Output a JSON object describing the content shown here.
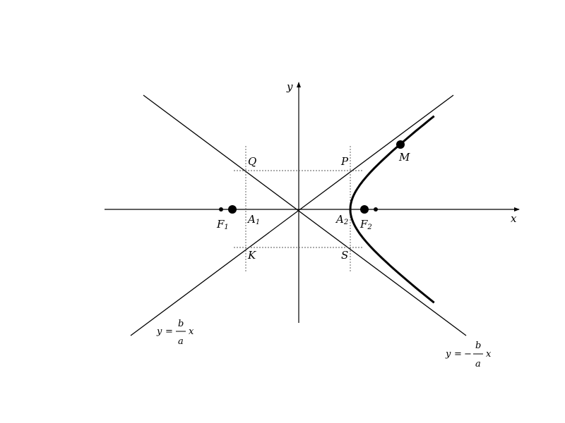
{
  "axes": {
    "x_label": "x",
    "y_label": "y"
  },
  "points": {
    "F1": {
      "main": "F",
      "sub": "1"
    },
    "F2": {
      "main": "F",
      "sub": "2"
    },
    "A1": {
      "main": "A",
      "sub": "1"
    },
    "A2": {
      "main": "A",
      "sub": "2"
    },
    "M": "M",
    "P": "P",
    "Q": "Q",
    "K": "K",
    "S": "S"
  },
  "asymptotes": {
    "positive": {
      "lhs": "y",
      "eq": "=",
      "num": "b",
      "den": "a",
      "var": "x"
    },
    "negative": {
      "lhs": "y",
      "eq": "=",
      "sign": "−",
      "num": "b",
      "den": "a",
      "var": "x"
    }
  },
  "colors": {
    "line": "#000000",
    "guide": "#555555"
  }
}
